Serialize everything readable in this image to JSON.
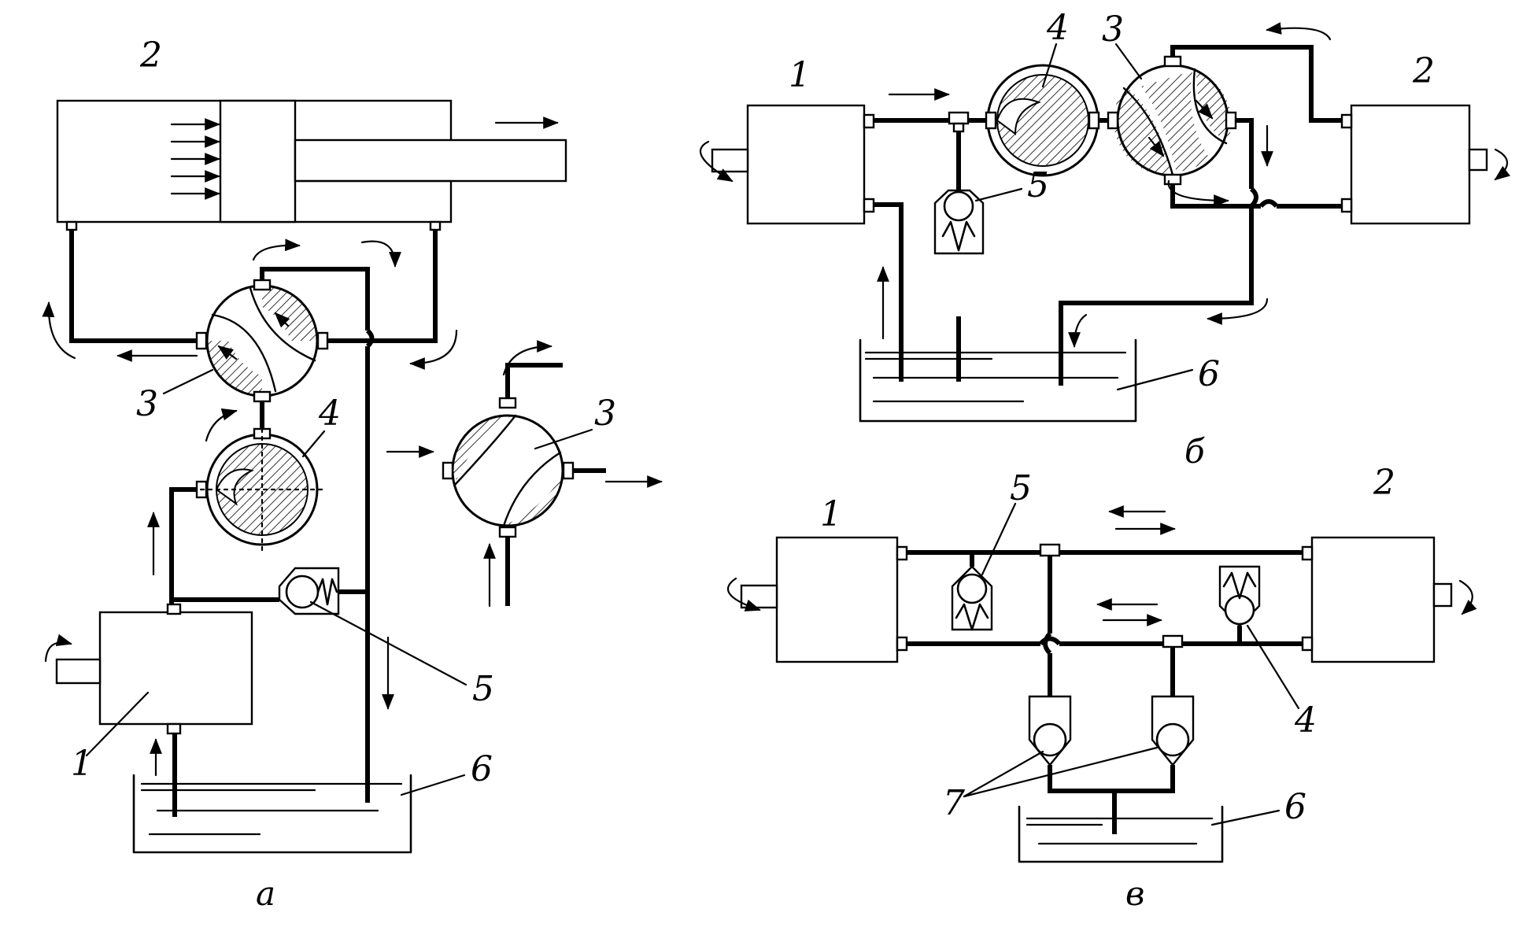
{
  "panels": {
    "a": {
      "caption": "а",
      "labels": {
        "actuator": "2",
        "distributor": "3",
        "distributor_detail": "3",
        "throttle": "4",
        "valve": "5",
        "pump": "1",
        "tank": "6"
      }
    },
    "b": {
      "caption": "б",
      "labels": {
        "pump": "1",
        "motor": "2",
        "distributor": "3",
        "throttle": "4",
        "valve": "5",
        "tank": "6"
      }
    },
    "c": {
      "caption": "в",
      "labels": {
        "pump": "1",
        "motor": "2",
        "valve_upper": "5",
        "valve_lower": "4",
        "check_valves": "7",
        "tank": "6"
      }
    }
  }
}
